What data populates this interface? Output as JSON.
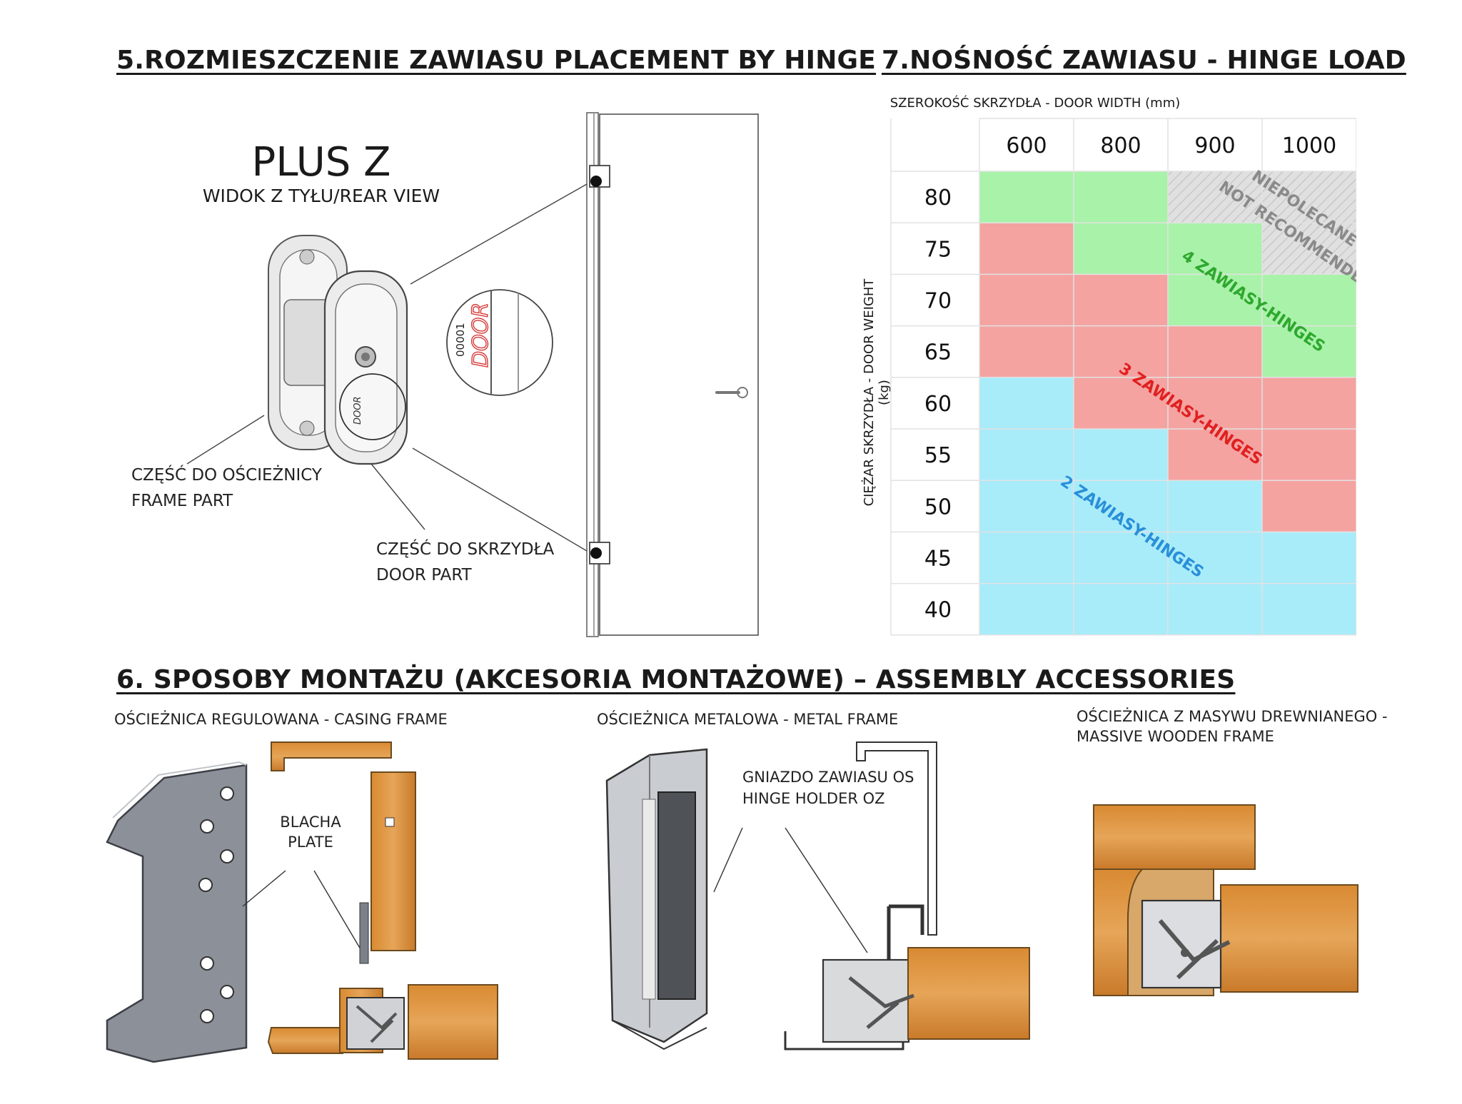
{
  "sections": {
    "placement_title": "5.ROZMIESZCZENIE ZAWIASU  PLACEMENT BY HINGE",
    "load_title": "7.NOŚNOŚĆ ZAWIASU - HINGE LOAD",
    "assembly_title": "6. SPOSOBY MONTAŻU (AKCESORIA MONTAŻOWE) – ASSEMBLY ACCESSORIES"
  },
  "placement": {
    "product_name": "PLUS Z",
    "view_label": "WIDOK Z TYŁU/REAR VIEW",
    "frame_part_pl": "CZĘŚĆ DO OŚCIEŻNICY",
    "frame_part_en": "FRAME PART",
    "door_part_pl": "CZĘŚĆ DO SKRZYDŁA",
    "door_part_en": "DOOR PART",
    "zoom_text_1": "00001",
    "zoom_text_2": "DOOR"
  },
  "assembly": {
    "casing_title": "OŚCIEŻNICA REGULOWANA - CASING FRAME",
    "plate_pl": "BLACHA",
    "plate_en": "PLATE",
    "metal_title": "OŚCIEŻNICA METALOWA - METAL FRAME",
    "holder_pl": "GNIAZDO ZAWIASU OS",
    "holder_en": "HINGE HOLDER OZ",
    "wooden_title_1": "OŚCIEŻNICA Z MASYWU DREWNIANEGO -",
    "wooden_title_2": "MASSIVE WOODEN FRAME"
  },
  "colors": {
    "two_hinges": "#a8ecfa",
    "three_hinges": "#f4a3a1",
    "four_hinges": "#a9f2a9",
    "not_recommended": "#d9d9d9",
    "wood": "#e0a04a",
    "metal": "#7c8088"
  },
  "chart_data": {
    "type": "heatmap",
    "title": "7.NOŚNOŚĆ ZAWIASU - HINGE LOAD",
    "xlabel": "SZEROKOŚĆ SKRZYDŁA - DOOR WIDTH (mm)",
    "ylabel": "CIĘŻAR SKRZYDŁA - DOOR WEIGHT (kg)",
    "x": [
      "600",
      "800",
      "900",
      "1000"
    ],
    "y": [
      "80",
      "75",
      "70",
      "65",
      "60",
      "55",
      "50",
      "45",
      "40"
    ],
    "legend": {
      "2": "2 ZAWIASY-HINGES",
      "3": "3 ZAWIASY-HINGES",
      "4": "4 ZAWIASY-HINGES",
      "NR": "NIEPOLECANE NOT RECOMMENDED"
    },
    "zone_labels": {
      "nr_1": "NIEPOLECANE",
      "nr_2": "NOT RECOMMENDED",
      "four": "4 ZAWIASY-HINGES",
      "three": "3 ZAWIASY-HINGES",
      "two": "2 ZAWIASY-HINGES"
    },
    "values": [
      [
        "4",
        "4",
        "NR",
        "NR"
      ],
      [
        "3",
        "4",
        "4",
        "NR"
      ],
      [
        "3",
        "3",
        "4",
        "4"
      ],
      [
        "3",
        "3",
        "3",
        "4"
      ],
      [
        "2",
        "3",
        "3",
        "3"
      ],
      [
        "2",
        "2",
        "3",
        "3"
      ],
      [
        "2",
        "2",
        "2",
        "3"
      ],
      [
        "2",
        "2",
        "2",
        "2"
      ],
      [
        "2",
        "2",
        "2",
        "2"
      ]
    ]
  }
}
